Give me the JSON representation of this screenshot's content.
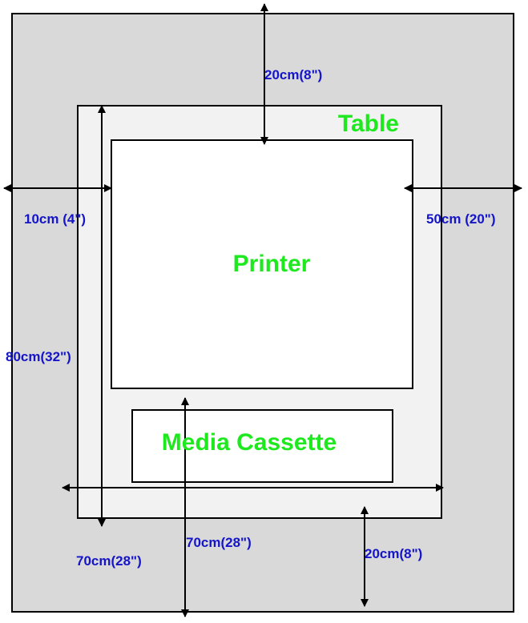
{
  "colors": {
    "clearance_area": "#d9d9d9",
    "table": "#f2f2f2",
    "printer": "#ffffff",
    "outline": "#000000",
    "box_label": "#1ee81e",
    "dimension_label": "#1414c8"
  },
  "labels": {
    "table": "Table",
    "printer": "Printer",
    "media_cassette": "Media Cassette"
  },
  "dimensions": {
    "top_clearance": "20cm(8\")",
    "left_clearance": "10cm (4\")",
    "right_clearance": "50cm (20\")",
    "table_depth": "80cm(32\")",
    "table_width": "70cm(28\")",
    "center_vertical": "70cm(28\")",
    "bottom_clearance": "20cm(8\")"
  }
}
